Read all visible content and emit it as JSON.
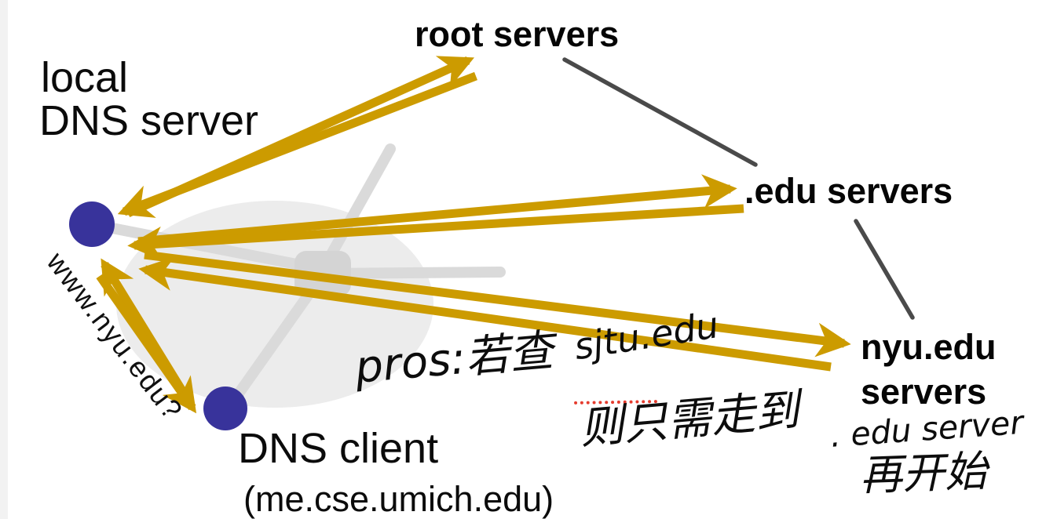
{
  "diagram": {
    "local_dns": {
      "line1": "local",
      "line2": "DNS server"
    },
    "root": {
      "label": "root servers"
    },
    "edu": {
      "label": ".edu servers"
    },
    "nyu": {
      "line1": "nyu.edu",
      "line2": "servers"
    },
    "client": {
      "name": "DNS client",
      "hostname": "(me.cse.umich.edu)"
    },
    "query": "www.nyu.edu?"
  },
  "handwritten": {
    "pros": "pros:若查",
    "sjtu": "sjtu.edu",
    "then_only_need": "则只需走到",
    "edu_server": ". edu server",
    "start_again": "再开始"
  },
  "colors": {
    "arrow_gold": "#CC9B00",
    "node_blue": "#38339B",
    "connector_gray": "#4A4A4A",
    "hub_ellipse_gray": "#ECECEC",
    "hub_spoke_gray": "#DADADA",
    "hub_center_gray": "#D4D4D4",
    "underline_red": "#E53C2E",
    "text_black": "#0B0B0B"
  }
}
